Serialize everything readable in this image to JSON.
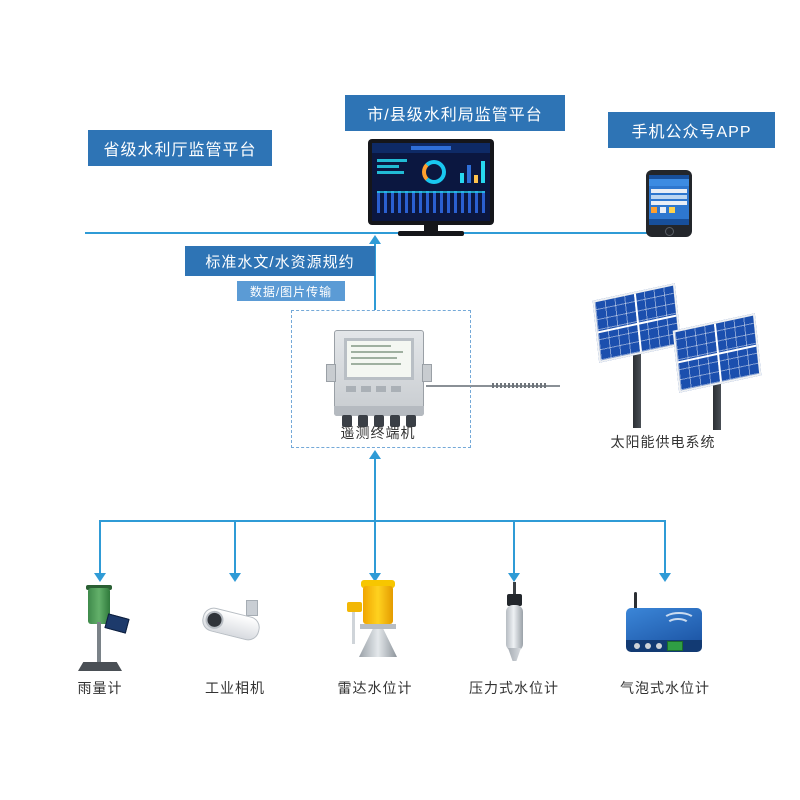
{
  "diagram": {
    "platforms": {
      "provincial": "省级水利厅监管平台",
      "city_county": "市/县级水利局监管平台",
      "mobile_app": "手机公众号APP"
    },
    "protocol": {
      "standard": "标准水文/水资源规约",
      "transmission": "数据/图片传输"
    },
    "rtu_label": "遥测终端机",
    "solar_label": "太阳能供电系统",
    "sensors": [
      {
        "label": "雨量计"
      },
      {
        "label": "工业相机"
      },
      {
        "label": "雷达水位计"
      },
      {
        "label": "压力式水位计"
      },
      {
        "label": "气泡式水位计"
      }
    ],
    "colors": {
      "box_blue": "#2e74b5",
      "badge_blue": "#5b9bd5",
      "line_blue": "#2f9bd6",
      "panel_blue": "#1b4fae"
    }
  }
}
